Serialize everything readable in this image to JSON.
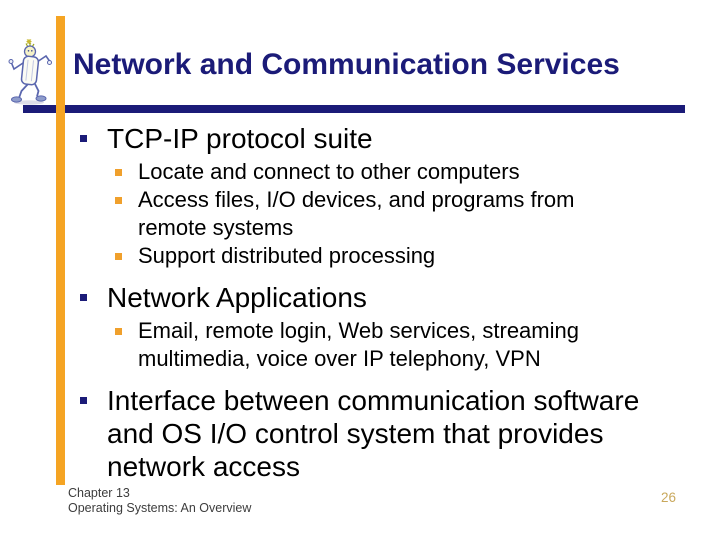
{
  "slide": {
    "title": "Network and Communication Services",
    "bullets": [
      {
        "text": "TCP-IP protocol suite",
        "sub": [
          "Locate and connect to other computers",
          "Access files, I/O devices, and programs from\nremote systems",
          "Support distributed processing"
        ]
      },
      {
        "text": "Network Applications",
        "sub": [
          "Email, remote login, Web services, streaming\nmultimedia, voice over IP telephony, VPN"
        ]
      },
      {
        "text": "Interface between communication software\nand OS I/O control system that provides\nnetwork access",
        "sub": []
      }
    ],
    "footer": {
      "line1": "Chapter 13",
      "line2": "Operating Systems: An Overview",
      "page_number": "26"
    },
    "icons": {
      "logo": "walking-robot",
      "level1_bullet": "navy-square",
      "level2_bullet": "orange-square"
    },
    "colors": {
      "navy": "#1b1b78",
      "orange_bar": "#f5a423",
      "sub_bullet_orange": "#f0a02c",
      "body_text": "#000000",
      "footer_text": "#3d3d3d",
      "page_number": "#c9a85c",
      "background": "#ffffff"
    }
  }
}
